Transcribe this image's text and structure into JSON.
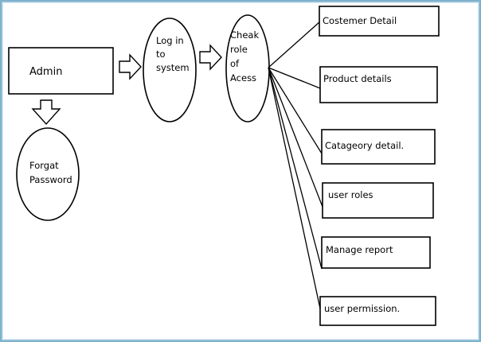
{
  "diagram": {
    "admin": "Admin",
    "forgot_password": "Forgat Password",
    "login": [
      "Log in",
      "to",
      "system"
    ],
    "check_role": [
      "Cheak",
      "role",
      "of",
      "Acess"
    ],
    "targets": [
      "Costemer Detail",
      "Product details",
      "Catageory detail.",
      "user roles",
      "Manage report",
      "user permission."
    ]
  }
}
